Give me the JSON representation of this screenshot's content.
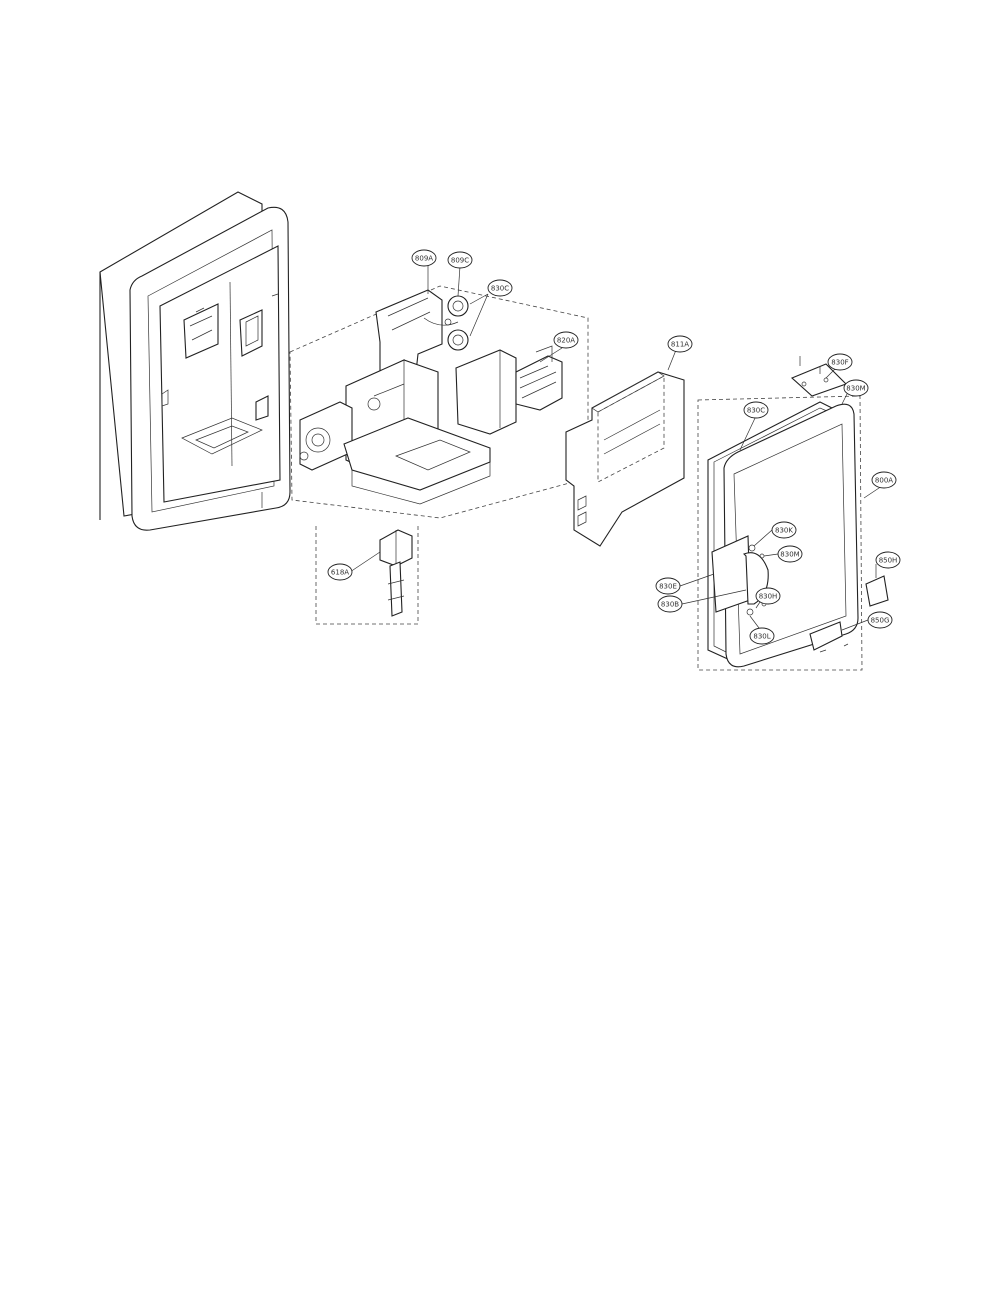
{
  "diagram": {
    "callouts": [
      {
        "id": "c1",
        "text": "809A"
      },
      {
        "id": "c2",
        "text": "809C"
      },
      {
        "id": "c3",
        "text": "830C"
      },
      {
        "id": "c4",
        "text": "820A"
      },
      {
        "id": "c5",
        "text": "811A"
      },
      {
        "id": "c6",
        "text": "830F"
      },
      {
        "id": "c7",
        "text": "830M"
      },
      {
        "id": "c8",
        "text": "830C"
      },
      {
        "id": "c9",
        "text": "800A"
      },
      {
        "id": "c10",
        "text": "830K"
      },
      {
        "id": "c11",
        "text": "830M"
      },
      {
        "id": "c12",
        "text": "830E"
      },
      {
        "id": "c13",
        "text": "830B"
      },
      {
        "id": "c14",
        "text": "830H"
      },
      {
        "id": "c15",
        "text": "830L"
      },
      {
        "id": "c16",
        "text": "850H"
      },
      {
        "id": "c17",
        "text": "850G"
      },
      {
        "id": "c18",
        "text": "618A"
      }
    ]
  }
}
